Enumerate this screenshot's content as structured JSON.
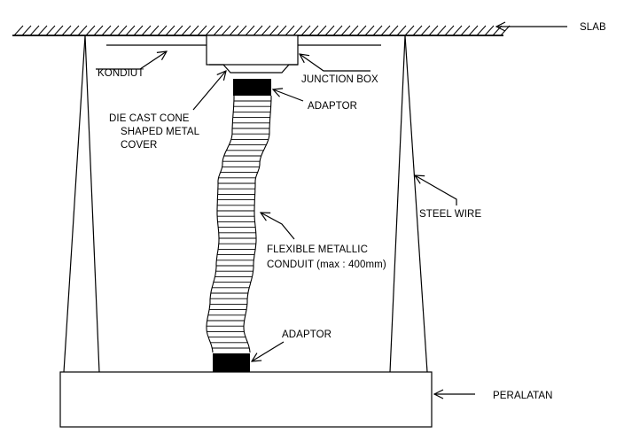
{
  "labels": {
    "slab": "SLAB",
    "kondiut": "KONDIUT",
    "junction_box": "JUNCTION BOX",
    "adaptor_top": "ADAPTOR",
    "cone_cover": [
      "DIE CAST CONE",
      "SHAPED METAL",
      "COVER"
    ],
    "steel_wire": "STEEL WIRE",
    "flexible_conduit": [
      "FLEXIBLE METALLIC",
      "CONDUIT (max : 400mm)"
    ],
    "adaptor_bottom": "ADAPTOR",
    "peralatan": "PERALATAN"
  },
  "colors": {
    "ink": "#000000",
    "paper": "#ffffff"
  }
}
